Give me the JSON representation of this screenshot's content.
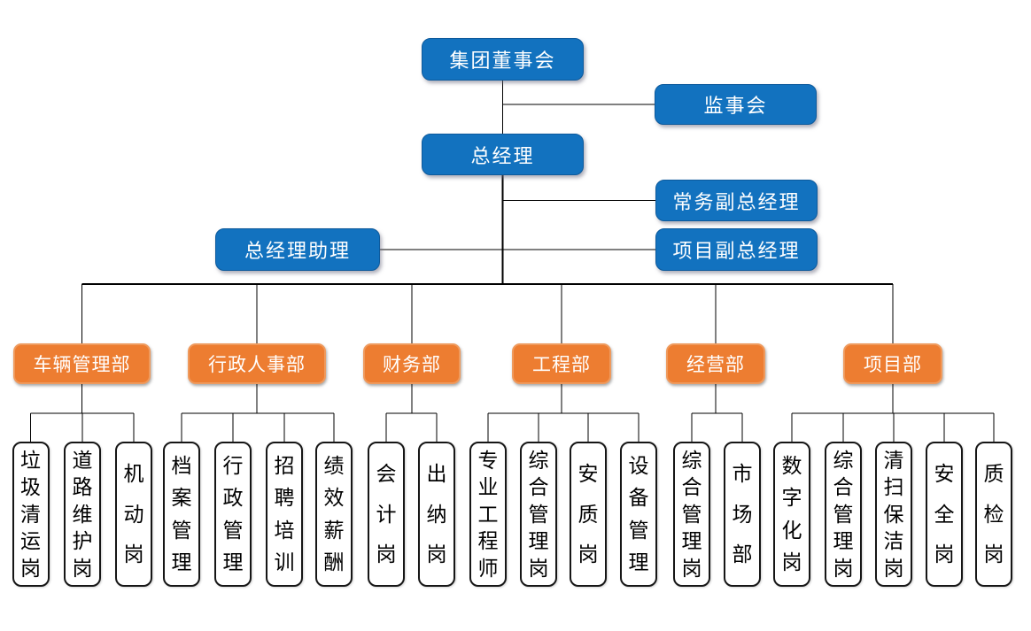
{
  "chart": {
    "type": "org-chart",
    "nodes": {
      "board": "集团董事会",
      "supervisory": "监事会",
      "gm": "总经理",
      "exec_deputy": "常务副总经理",
      "gm_assistant": "总经理助理",
      "project_deputy": "项目副总经理"
    },
    "departments": [
      {
        "label": "车辆管理部",
        "positions": [
          "垃圾清运岗",
          "道路维护岗",
          "机动岗"
        ]
      },
      {
        "label": "行政人事部",
        "positions": [
          "档案管理",
          "行政管理",
          "招聘培训",
          "绩效薪酬"
        ]
      },
      {
        "label": "财务部",
        "positions": [
          "会计岗",
          "出纳岗"
        ]
      },
      {
        "label": "工程部",
        "positions": [
          "专业工程师",
          "综合管理岗",
          "安质岗",
          "设备管理"
        ]
      },
      {
        "label": "经营部",
        "positions": [
          "综合管理岗",
          "市场部"
        ]
      },
      {
        "label": "项目部",
        "positions": [
          "数字化岗",
          "综合管理岗",
          "清扫保洁岗",
          "安全岗",
          "质检岗"
        ]
      }
    ],
    "colors": {
      "management_blue": "#1272BF",
      "department_orange": "#ED7D31",
      "position_box": "#FFFFFF",
      "line": "#000000"
    }
  }
}
